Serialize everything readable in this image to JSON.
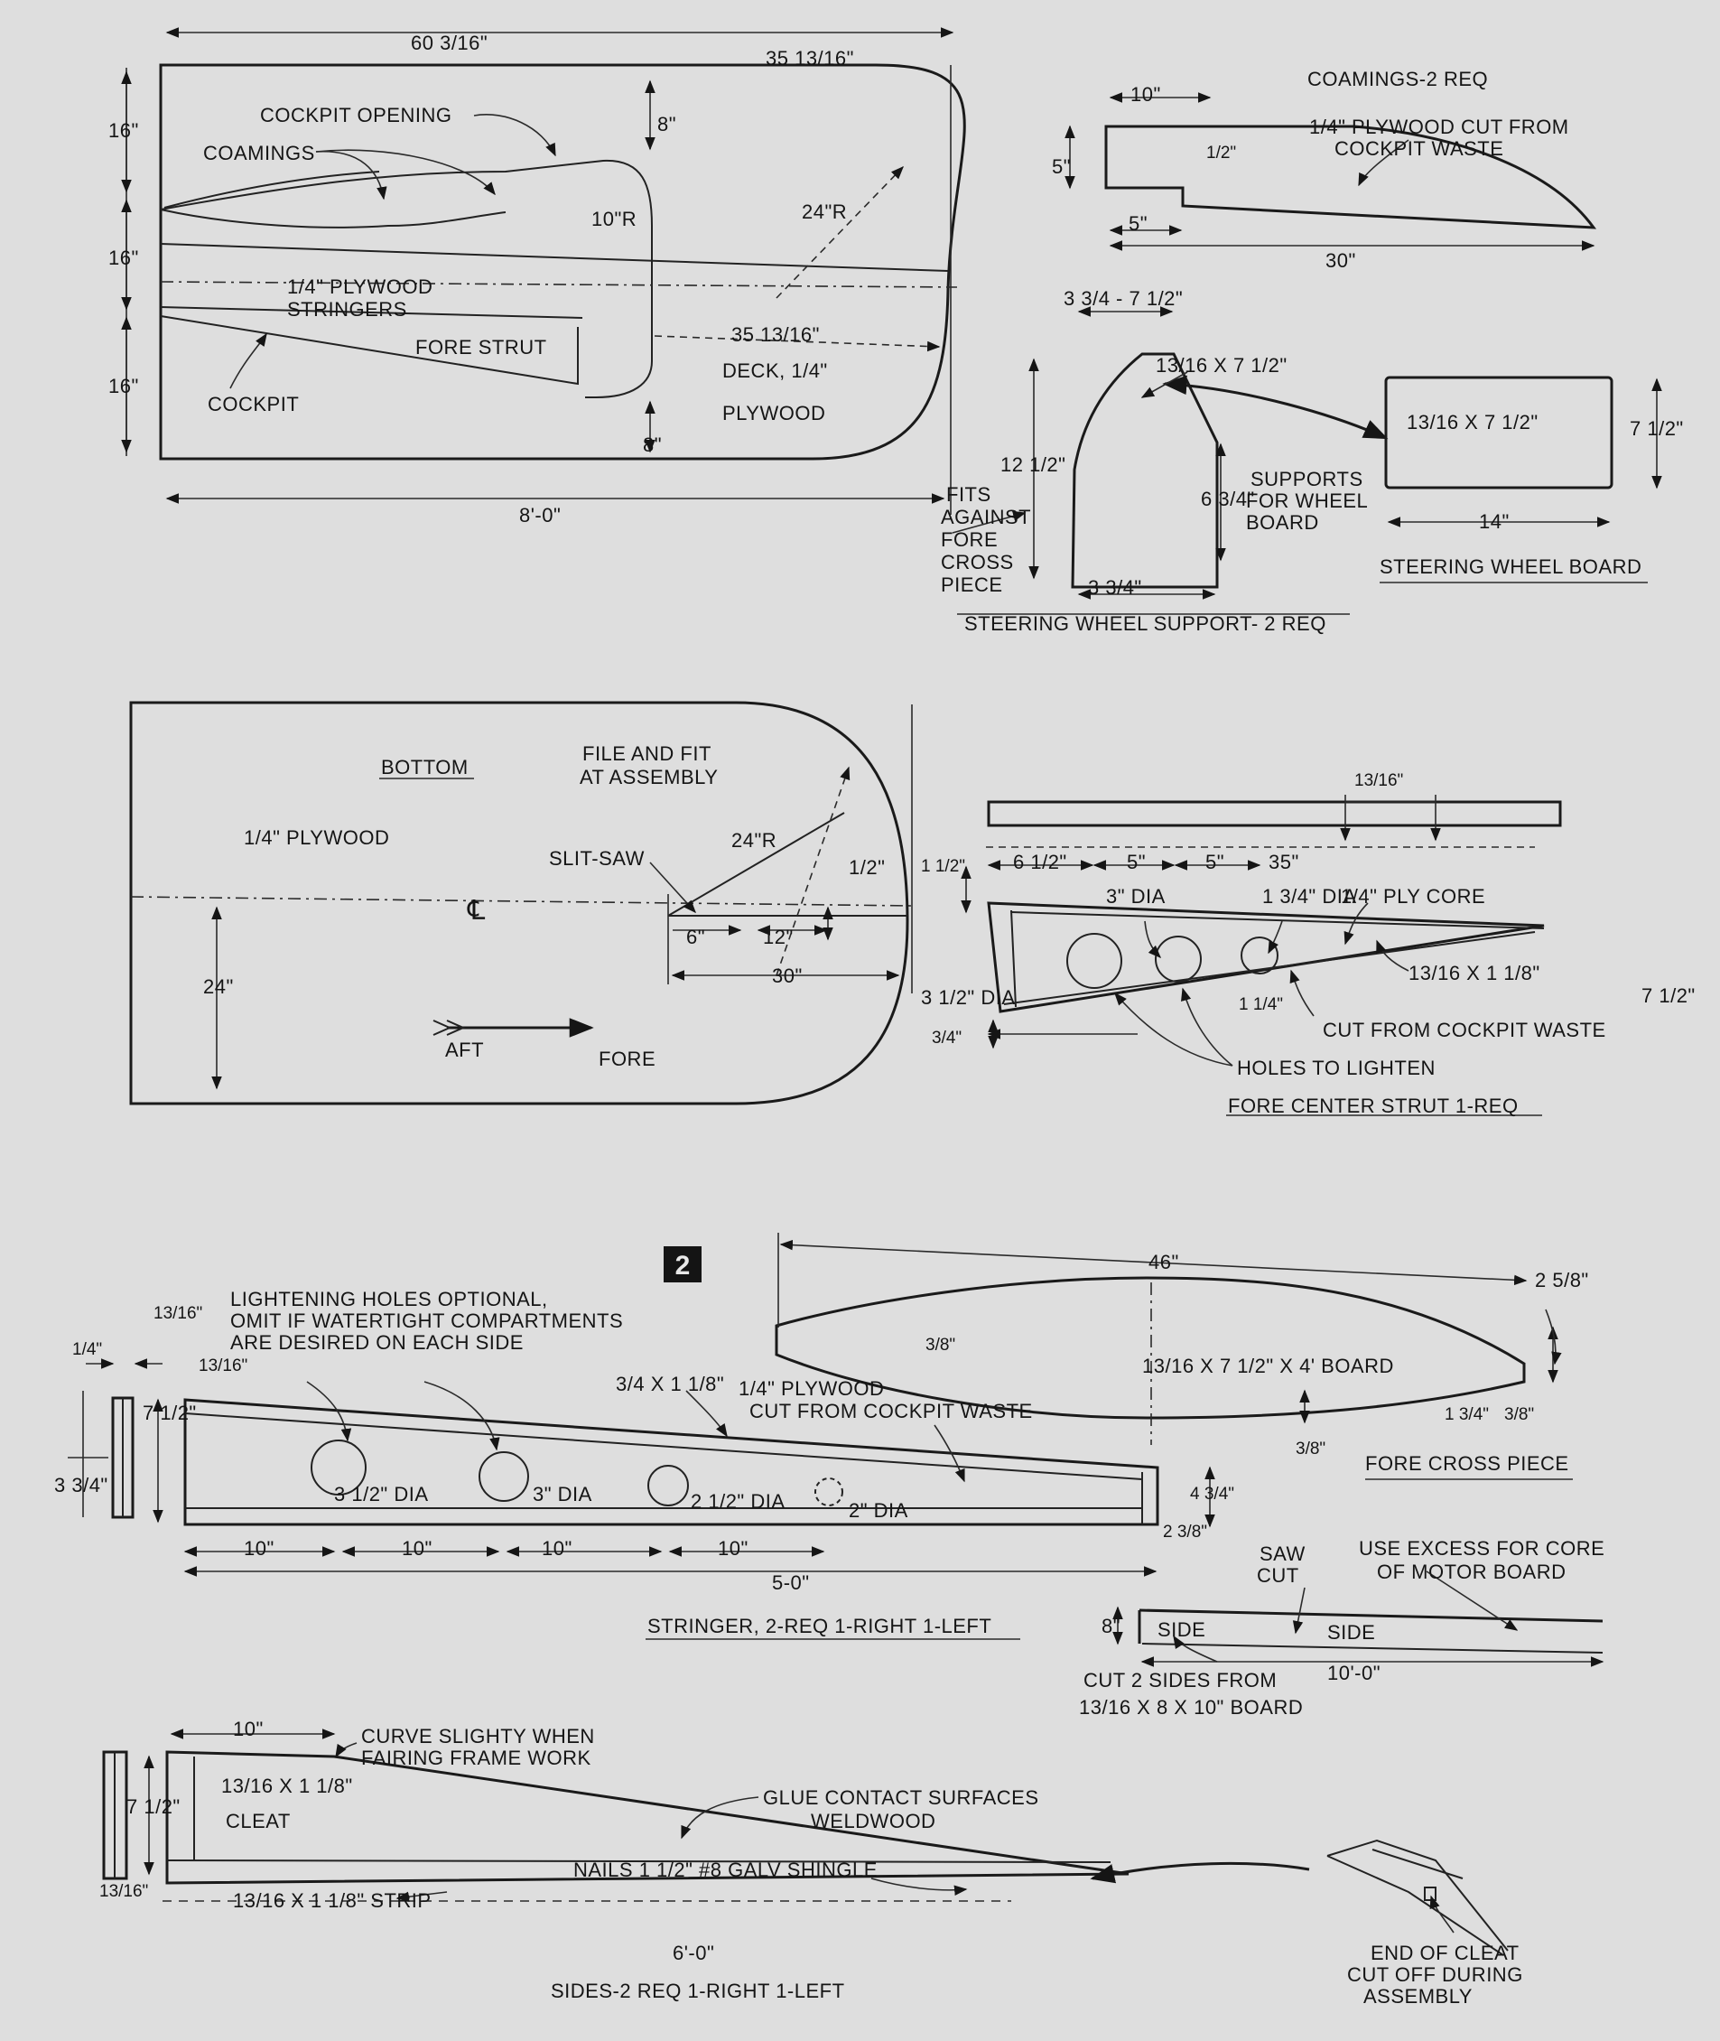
{
  "figure_number": "2",
  "deck": {
    "dim_top_total": "60 3/16\"",
    "dim_top_right": "35 13/16\"",
    "label_cockpit_opening": "COCKPIT OPENING",
    "label_coamings": "COAMINGS",
    "dim_8_top": "8\"",
    "dim_10r": "10\"R",
    "dim_24r": "24\"R",
    "dim_16_a": "16\"",
    "dim_16_b": "16\"",
    "dim_16_c": "16\"",
    "label_plywood_stringers_1": "1/4\" PLYWOOD",
    "label_plywood_stringers_2": "STRINGERS",
    "dim_35_mid": "35 13/16\"",
    "label_fore_strut": "FORE STRUT",
    "label_cockpit": "COCKPIT",
    "label_deck_1": "DECK, 1/4\"",
    "label_deck_2": "PLYWOOD",
    "dim_8_bottom": "8\"",
    "dim_length": "8'-0\""
  },
  "coamings": {
    "title": "COAMINGS-2 REQ",
    "note_1": "1/4\" PLYWOOD CUT FROM",
    "note_2": "COCKPIT WASTE",
    "dim_10": "10\"",
    "dim_5": "5\"",
    "dim_half": "1/2\"",
    "dim_5_bottom": "5\"",
    "dim_30": "30\""
  },
  "steering_support": {
    "title": "STEERING WHEEL SUPPORT- 2 REQ",
    "dim_top": "3 3/4 - 7 1/2\"",
    "dim_board": "13/16 X 7 1/2\"",
    "dim_height": "12 1/2\"",
    "dim_lower": "6 3/4\"",
    "dim_bottom": "3 3/4\"",
    "note_fits_1": "FITS",
    "note_fits_2": "AGAINST",
    "note_fits_3": "FORE",
    "note_fits_4": "CROSS",
    "note_fits_5": "PIECE",
    "note_supports_1": "SUPPORTS",
    "note_supports_2": "FOR WHEEL",
    "note_supports_3": "BOARD"
  },
  "steering_board": {
    "title": "STEERING WHEEL BOARD",
    "dim_section": "13/16 X 7 1/2\"",
    "dim_height": "7 1/2\"",
    "dim_width": "14\""
  },
  "bottom": {
    "title": "BOTTOM",
    "note_file_1": "FILE AND FIT",
    "note_file_2": "AT ASSEMBLY",
    "label_plywood": "1/4\" PLYWOOD",
    "label_slit": "SLIT-SAW",
    "dim_24r": "24\"R",
    "dim_half": "1/2\"",
    "dim_6": "6\"",
    "dim_12": "12\"",
    "dim_30": "30\"",
    "dim_24": "24\"",
    "label_cl": "℄",
    "label_aft": "AFT",
    "label_fore": "FORE"
  },
  "fore_center_strut": {
    "title": "FORE CENTER STRUT 1-REQ",
    "dim_13_16": "13/16\"",
    "dim_6_half": "6 1/2\"",
    "dim_5_a": "5\"",
    "dim_5_b": "5\"",
    "dim_35": "35\"",
    "dim_1_half": "1 1/2\"",
    "dim_3dia": "3\" DIA",
    "dim_134dia": "1 3/4\" DIA",
    "note_ply_core": "1/4\" PLY CORE",
    "dim_312dia": "3 1/2\" DIA",
    "dim_3_4": "3/4\"",
    "dim_1_4": "1 1/4\"",
    "dim_strip": "13/16 X 1 1/8\"",
    "note_cut": "CUT FROM COCKPIT WASTE",
    "dim_7_half": "7 1/2\"",
    "note_holes": "HOLES TO LIGHTEN"
  },
  "fore_cross_piece": {
    "title": "FORE CROSS PIECE",
    "dim_46": "46\"",
    "dim_258": "2 5/8\"",
    "dim_38_top": "3/8\"",
    "dim_board": "13/16 X 7 1/2\" X 4' BOARD",
    "dim_134": "1 3/4\"",
    "dim_38_right": "3/8\"",
    "dim_38_bottom": "3/8\""
  },
  "stringer": {
    "title": "STRINGER, 2-REQ 1-RIGHT 1-LEFT",
    "note_holes_1": "LIGHTENING HOLES OPTIONAL,",
    "note_holes_2": "OMIT IF WATERTIGHT COMPARTMENTS",
    "note_holes_3": "ARE DESIRED ON EACH SIDE",
    "dim_1_4": "1/4\"",
    "dim_13_16_a": "13/16\"",
    "dim_13_16_b": "13/16\"",
    "dim_7_half": "7 1/2\"",
    "dim_3_3_4": "3 3/4\"",
    "dim_strip": "3/4 X 1 1/8\"",
    "note_ply_1": "1/4\" PLYWOOD",
    "note_ply_2": "CUT FROM COCKPIT WASTE",
    "hole_1": "3 1/2\" DIA",
    "hole_2": "3\" DIA",
    "hole_3": "2 1/2\" DIA",
    "hole_4": "2\" DIA",
    "dim_10_a": "10\"",
    "dim_10_b": "10\"",
    "dim_10_c": "10\"",
    "dim_10_d": "10\"",
    "dim_length": "5-0\"",
    "dim_2_3_8": "2 3/8\"",
    "dim_4_3_4": "4 3/4\""
  },
  "motor_board": {
    "note_saw_1": "SAW",
    "note_saw_2": "CUT",
    "note_use_1": "USE EXCESS FOR CORE",
    "note_use_2": "OF MOTOR BOARD",
    "dim_8": "8\"",
    "label_side_1": "SIDE",
    "label_side_2": "SIDE",
    "dim_10_0": "10'-0\"",
    "note_cut_1": "CUT 2 SIDES FROM",
    "note_cut_2": "13/16 X 8 X 10\" BOARD"
  },
  "sides": {
    "title": "SIDES-2 REQ 1-RIGHT 1-LEFT",
    "dim_10": "10\"",
    "note_curve_1": "CURVE SLIGHTY WHEN",
    "note_curve_2": "FAIRING FRAME WORK",
    "dim_7_half": "7 1/2\"",
    "note_cleat_1": "13/16 X 1 1/8\"",
    "note_cleat_2": "CLEAT",
    "note_glue_1": "GLUE CONTACT SURFACES",
    "note_glue_2": "WELDWOOD",
    "note_nails": "NAILS 1 1/2\" #8 GALV SHINGLE",
    "dim_13_16": "13/16\"",
    "note_strip": "13/16 X 1 1/8\" STRIP",
    "dim_6_0": "6'-0\"",
    "note_end_1": "END OF CLEAT",
    "note_end_2": "CUT OFF DURING",
    "note_end_3": "ASSEMBLY"
  }
}
